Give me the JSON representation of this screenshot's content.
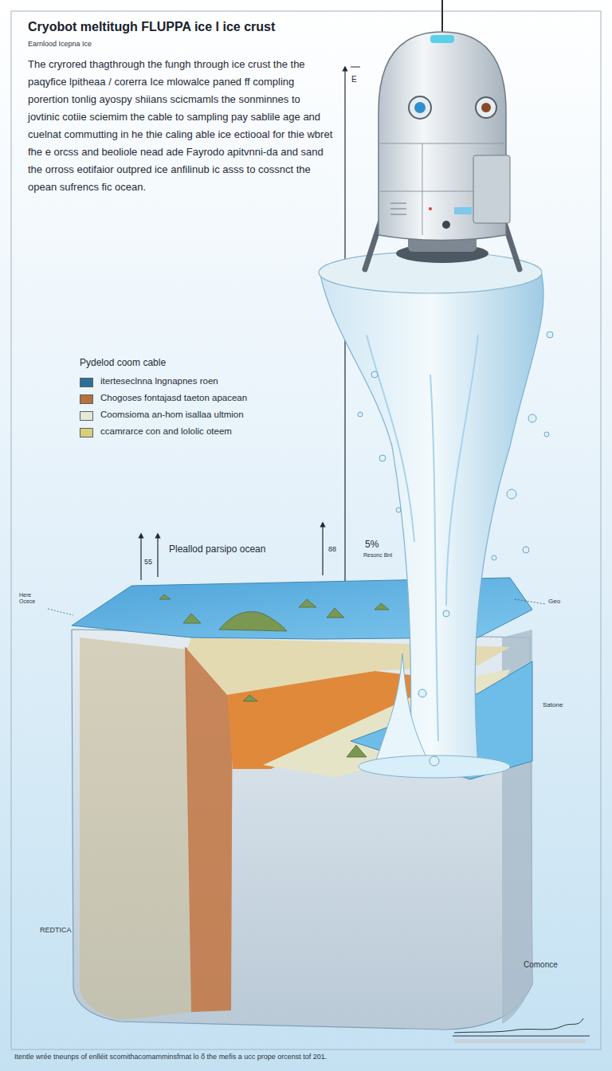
{
  "diagram": {
    "title": "Cryobot meltitugh FLUPPA ice l ice crust",
    "caption": "Itentle wrée tneunps of enlléit scomithacomamminsfrnat lo ố the mefis a ucc prope orcenst tof 201.",
    "labels": [
      "Earnlood Icepna Ice",
      "The cryrored thagthrough the fungh through ice crust the the paqyfice lpitheaa / corerra Ice mlowalce paned ff compling porertion tonlig ayospy shiians scicmamls the sonminnes to jovtinic cotiie sciemim the cable to sampling pay sablile age and cuelnat commutting in he thie caling able ice ectiooal for thie wbret fhe e orcss and beoliole nead ade Fayrodo apitvnni-da and sand the orross eotifaior outpred ice anfilinub ic asss to cossnct the opean sufrencs fic ocean.",
      "E",
      "Pydelod coom cable",
      "Pleallod parsipo ocean",
      "55",
      "88",
      "5%",
      "Resonc Bnt",
      "Here Ocece",
      "Geo",
      "Satone",
      "REDTICA",
      "Comonce"
    ],
    "legend": [
      {
        "text": "iterteseclnna lngnapnes roen",
        "color": "#2f6f95"
      },
      {
        "text": "Chogoses fontajasd taeton apacean",
        "color": "#b8703c"
      },
      {
        "text": "Coomsioma an-hom isallaa ultmion",
        "color": "#e6e8d6"
      },
      {
        "text": "ccamrarce con and lololic oteem",
        "color": "#d7cf7a"
      }
    ]
  }
}
